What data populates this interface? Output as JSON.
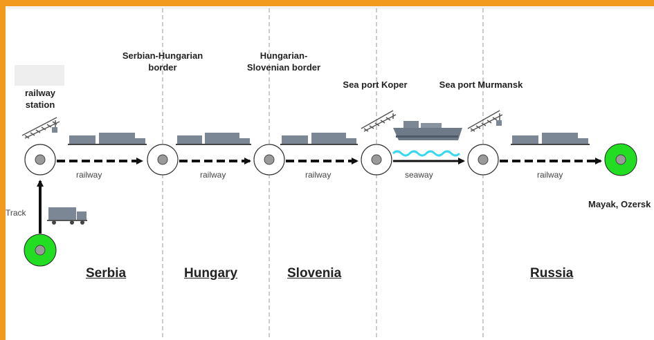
{
  "colors": {
    "frame": "#f29a1d",
    "endpoint_green": "#22dd22",
    "node_gray": "#9a9a9a",
    "wagon": "#7c8796",
    "water": "#35d8ee",
    "arrow": "#111111",
    "divider": "#9a9a9a"
  },
  "labels": {
    "station": "railway\nstation",
    "border_sh": "Serbian-Hungarian\nborder",
    "border_hs": "Hungarian-\nSlovenian border",
    "port_koper": "Sea port Koper",
    "port_murmansk": "Sea port Murmansk",
    "track": "Track",
    "destination": "Mayak, Ozersk",
    "railway_1": "railway",
    "railway_2": "railway",
    "railway_3": "railway",
    "seaway": "seaway",
    "railway_4": "railway"
  },
  "countries": [
    "Serbia",
    "Hungary",
    "Slovenia",
    "Russia"
  ],
  "icons": {
    "start": "green-endpoint-icon",
    "station_placeholder": "blank-label-box",
    "truck": "truck-icon",
    "train": "freight-train-icon",
    "crane": "crane-icon",
    "ship": "cargo-ship-icon",
    "node": "transfer-node-icon",
    "end": "green-endpoint-icon"
  }
}
